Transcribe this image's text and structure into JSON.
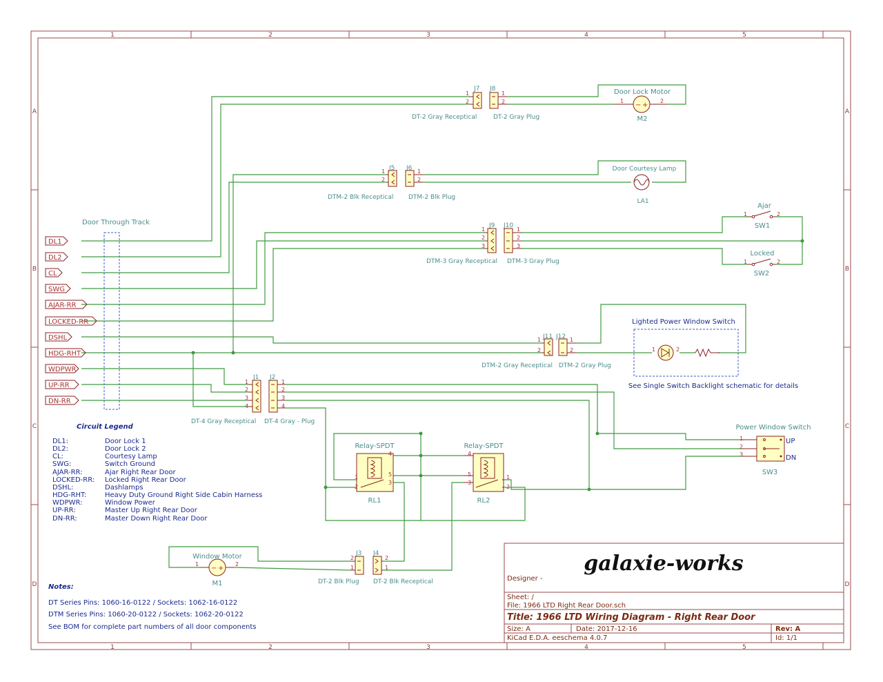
{
  "colors": {
    "wire": "#3f9a3f",
    "frame": "#9a4a4a",
    "component": "#8a2020",
    "component_fill": "#ffffc4",
    "text_teal": "#4a8c8c",
    "text_blue": "#1a2b8c",
    "title_block_text": "#7a2a12",
    "junction": "#3f9a3f"
  },
  "frame": {
    "columns": [
      "1",
      "2",
      "3",
      "4",
      "5"
    ],
    "rows": [
      "A",
      "B",
      "C",
      "D"
    ]
  },
  "track": {
    "label": "Door Through Track"
  },
  "signals": [
    "DL1",
    "DL2",
    "CL",
    "SWG",
    "AJAR-RR",
    "LOCKED-RR",
    "DSHL",
    "HDG-RHT",
    "WDPWR",
    "UP-RR",
    "DN-RR"
  ],
  "components": {
    "m2": {
      "title": "Door Lock Motor",
      "ref": "M2",
      "pin1": "1",
      "pin2": "2",
      "minus": "−",
      "plus": "+"
    },
    "la1": {
      "title": "Door Courtesy Lamp",
      "ref": "LA1"
    },
    "sw1": {
      "title": "Ajar",
      "ref": "SW1",
      "pin1": "1",
      "pin2": "2"
    },
    "sw2": {
      "title": "Locked",
      "ref": "SW2",
      "pin1": "1",
      "pin2": "2"
    },
    "backlight": {
      "title": "Lighted Power Window Switch",
      "note": "See Single Switch Backlight schematic for details",
      "pin1": "1",
      "pin2": "2"
    },
    "sw3": {
      "title": "Power Window Switch",
      "ref": "SW3",
      "up": "UP",
      "dn": "DN"
    },
    "rl1": {
      "title": "Relay-SPDT",
      "ref": "RL1"
    },
    "rl2": {
      "title": "Relay-SPDT",
      "ref": "RL2"
    },
    "m1": {
      "title": "Window Motor",
      "ref": "M1",
      "pin1": "1",
      "pin2": "2",
      "minus": "−",
      "plus": "+"
    }
  },
  "connectors": {
    "j7": {
      "ref": "J7",
      "label": "DT-2 Gray Receptical"
    },
    "j8": {
      "ref": "J8",
      "label": "DT-2 Gray Plug"
    },
    "j5": {
      "ref": "J5",
      "label": "DTM-2 Blk Receptical"
    },
    "j6": {
      "ref": "J6",
      "label": "DTM-2 Blk Plug"
    },
    "j9": {
      "ref": "J9",
      "label": "DTM-3 Gray Receptical"
    },
    "j10": {
      "ref": "J10",
      "label": "DTM-3 Gray Plug"
    },
    "j11": {
      "ref": "J11",
      "label": "DTM-2 Gray Receptical"
    },
    "j12": {
      "ref": "J12",
      "label": "DTM-2 Gray Plug"
    },
    "j1": {
      "ref": "J1",
      "label": "DT-4 Gray Receptical"
    },
    "j2": {
      "ref": "J2",
      "label": "DT-4 Gray - Plug"
    },
    "j3": {
      "ref": "J3",
      "label": "DT-2 Blk Plug"
    },
    "j4": {
      "ref": "J4",
      "label": "DT-2 Blk Receptical"
    }
  },
  "pin_numbers": [
    "1",
    "2",
    "3",
    "4",
    "5"
  ],
  "legend": {
    "title": "Circuit Legend",
    "items": [
      {
        "code": "DL1:",
        "desc": "Door Lock 1"
      },
      {
        "code": "DL2:",
        "desc": "Door Lock 2"
      },
      {
        "code": "CL:",
        "desc": "Courtesy Lamp"
      },
      {
        "code": "SWG:",
        "desc": "Switch Ground"
      },
      {
        "code": "AJAR-RR:",
        "desc": "Ajar Right Rear Door"
      },
      {
        "code": "LOCKED-RR:",
        "desc": "Locked Right Rear Door"
      },
      {
        "code": "DSHL:",
        "desc": "Dashlamps"
      },
      {
        "code": "HDG-RHT:",
        "desc": "Heavy Duty Ground Right Side Cabin Harness"
      },
      {
        "code": "WDPWR:",
        "desc": "Window Power"
      },
      {
        "code": "UP-RR:",
        "desc": "Master Up Right Rear Door"
      },
      {
        "code": "DN-RR:",
        "desc": "Master Down Right Rear Door"
      }
    ]
  },
  "notes": {
    "title": "Notes:",
    "lines": [
      "DT Series Pins: 1060-16-0122 / Sockets: 1062-16-0122",
      "DTM Series Pins: 1060-20-0122 / Sockets: 1062-20-0122",
      "See BOM for complete part numbers of all door components"
    ]
  },
  "title_block": {
    "designer_label": "Designer -",
    "logo": "galaxie-works",
    "sheet": "Sheet: /",
    "file": "File: 1966 LTD Right Rear Door.sch",
    "title": "Title: 1966 LTD Wiring Diagram - Right Rear Door",
    "size": "Size: A",
    "date": "Date: 2017-12-16",
    "rev": "Rev: A",
    "tool": "KiCad E.D.A.  eeschema 4.0.7",
    "id": "Id: 1/1"
  }
}
